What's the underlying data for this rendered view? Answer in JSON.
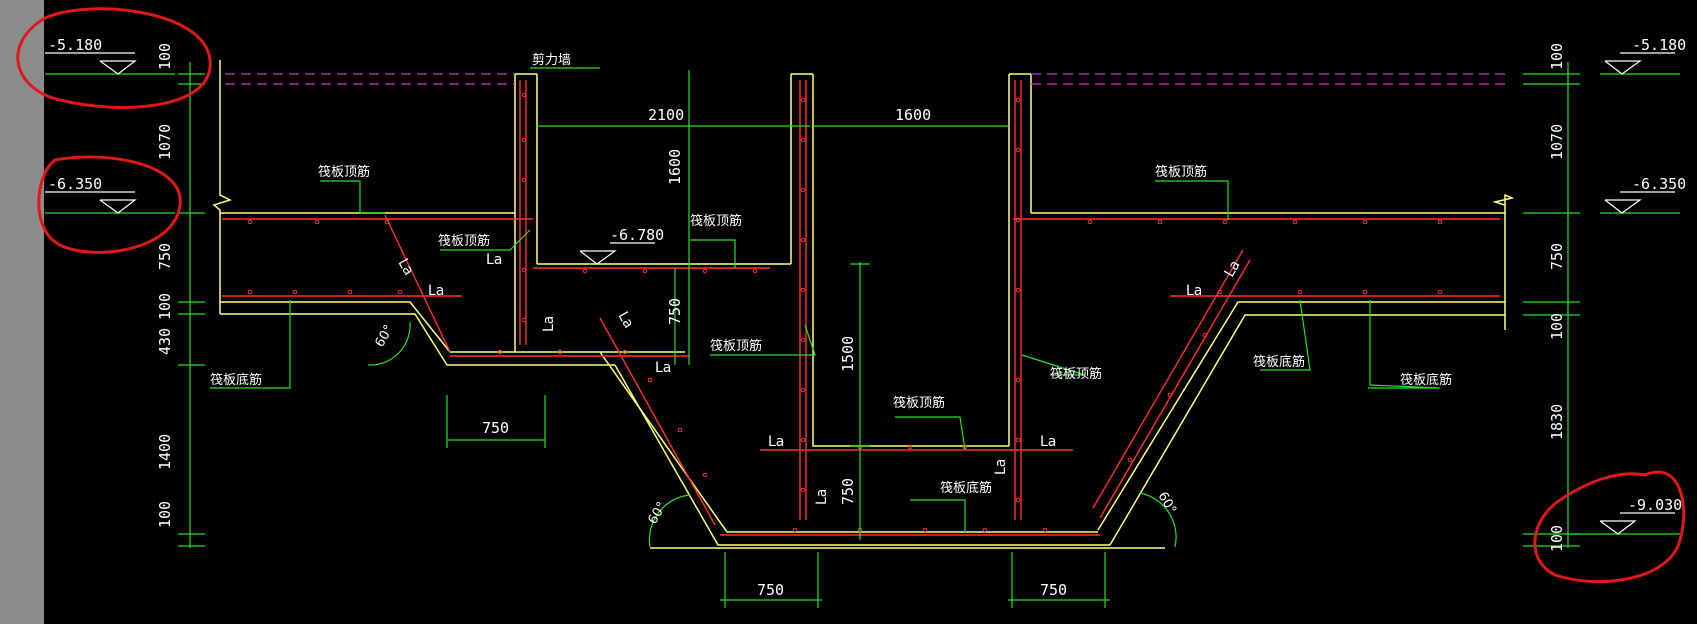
{
  "colors": {
    "background": "#000000",
    "sidebar": "#8b8c8e",
    "outline": "#ffff7a",
    "rebar": "#ff3030",
    "dimension": "#27e027",
    "text": "#ffffff",
    "hidden_line": "#cc33cc",
    "annotation": "#e01818"
  },
  "elevations": {
    "left_top": "-5.180",
    "left_mid": "-6.350",
    "pit": "-6.780",
    "right_top": "-5.180",
    "right_mid": "-6.350",
    "right_bottom": "-9.030"
  },
  "left_dims": [
    "100",
    "1070",
    "750",
    "100",
    "430",
    "1400",
    "100"
  ],
  "right_dims": [
    "100",
    "1070",
    "750",
    "100",
    "1830",
    "100"
  ],
  "dims": {
    "span_2100": "2100",
    "span_1600": "1600",
    "height_1600": "1600",
    "height_1500": "1500",
    "height_750_pit": "750",
    "height_750_low": "750",
    "width_750_left": "750",
    "width_750_bottom_left": "750",
    "width_750_bottom_right": "750"
  },
  "labels": {
    "shear_wall": "剪力墙",
    "raft_top_bar": "筏板顶筋",
    "raft_bottom_bar": "筏板底筋",
    "anchorage": "La",
    "angle": "60°"
  }
}
